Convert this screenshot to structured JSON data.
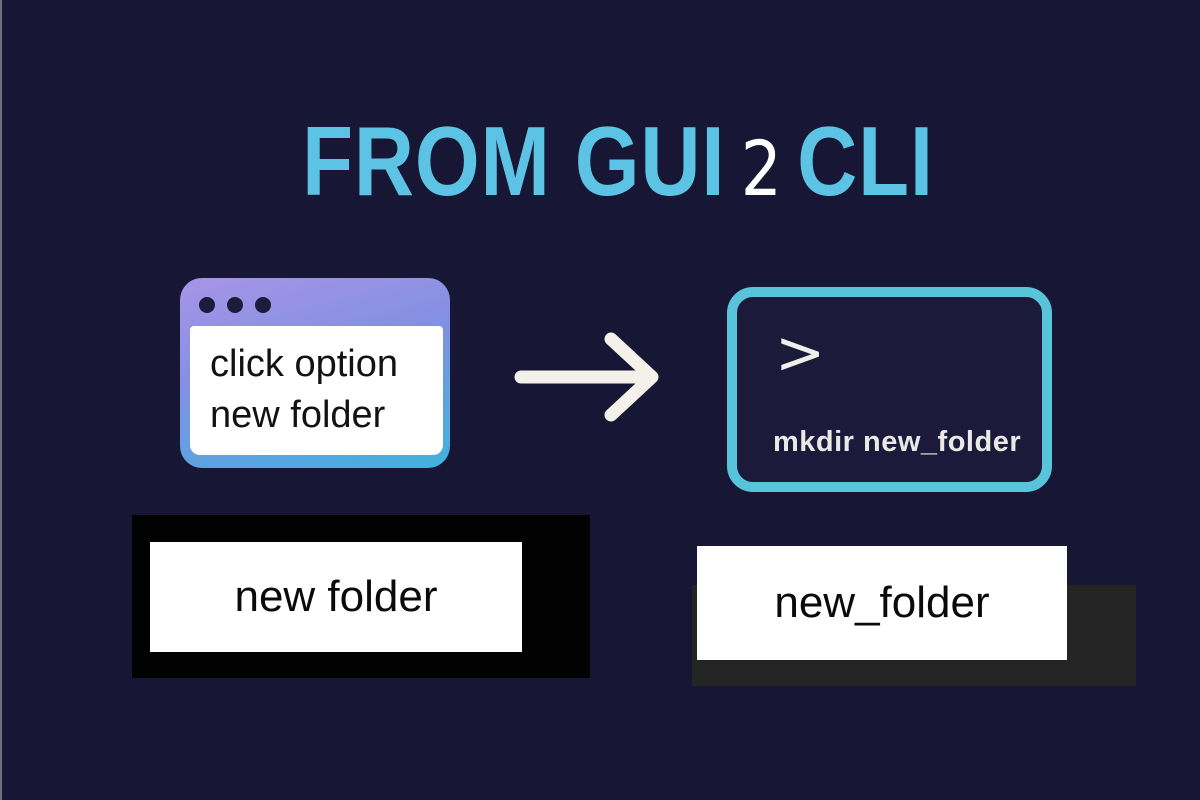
{
  "background": {
    "color": "#171634"
  },
  "title": {
    "part1": "FROM GUI",
    "connector": "2",
    "part2": "CLI",
    "accent_color": "#5cc3e4",
    "connector_color": "#ffffff"
  },
  "gui_window": {
    "line1": "click option",
    "line2": "new folder",
    "dot_count": 3,
    "dot_color": "#1d1b3c",
    "frame_gradient_top": "#a894e6",
    "frame_gradient_bottom": "#3fb2dd",
    "body_color": "#ffffff"
  },
  "arrow": {
    "icon": "arrow-right-icon",
    "color": "#f3f1ea"
  },
  "terminal": {
    "prompt": ">",
    "command": "mkdir new_folder",
    "border_color": "#57c4da",
    "background_color": "#1b1a3a",
    "text_color": "#eae9e5"
  },
  "gui_result_label": {
    "text": "new folder",
    "backdrop_color": "#020202",
    "box_color": "#ffffff"
  },
  "cli_result_label": {
    "text": "new_folder",
    "backdrop_color": "#242424",
    "box_color": "#ffffff"
  }
}
